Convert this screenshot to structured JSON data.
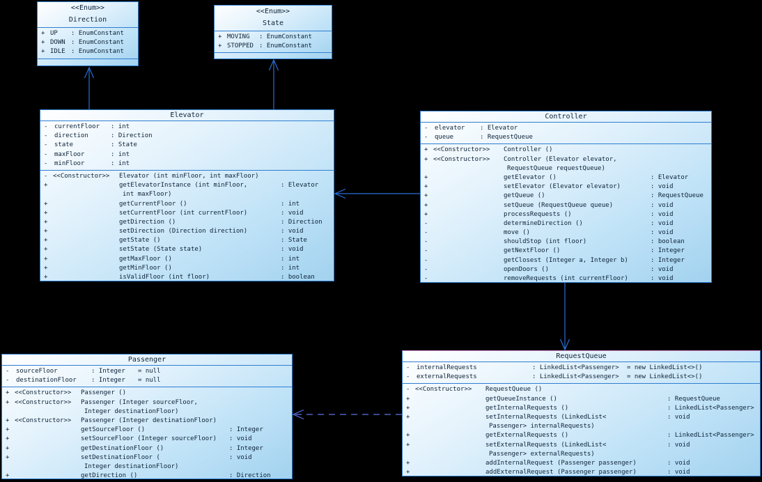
{
  "diagram": {
    "kind": "uml-class-diagram",
    "background": "#000000",
    "colors": {
      "box_border": "#2e7ed0",
      "box_fill_top": "#ffffff",
      "box_fill_bottom": "#a2d2ef",
      "connector": "#2a6fd8",
      "dashed_connector": "#5b74e6",
      "text": "#0b2136",
      "requestqueue_top_highlight": "#d591d6"
    }
  },
  "classes": [
    {
      "id": "direction",
      "stereotype": "<<Enum>>",
      "name": "Direction",
      "attributes": [
        {
          "v": "+",
          "n": "UP",
          "t": ": EnumConstant"
        },
        {
          "v": "+",
          "n": "DOWN",
          "t": ": EnumConstant"
        },
        {
          "v": "+",
          "n": "IDLE",
          "t": ": EnumConstant"
        }
      ],
      "methods": []
    },
    {
      "id": "state",
      "stereotype": "<<Enum>>",
      "name": "State",
      "attributes": [
        {
          "v": "+",
          "n": "MOVING",
          "t": ": EnumConstant"
        },
        {
          "v": "+",
          "n": "STOPPED",
          "t": ": EnumConstant"
        }
      ],
      "methods": []
    },
    {
      "id": "elevator",
      "name": "Elevator",
      "attributes": [
        {
          "v": "-",
          "n": "currentFloor",
          "t": ": int"
        },
        {
          "v": "-",
          "n": "direction",
          "t": ": Direction"
        },
        {
          "v": "-",
          "n": "state",
          "t": ": State"
        },
        {
          "v": "-",
          "n": "maxFloor",
          "t": ": int"
        },
        {
          "v": "-",
          "n": "minFloor",
          "t": ": int"
        }
      ],
      "methods": [
        {
          "v": "-",
          "s": "<<Constructor>>",
          "n": "Elevator (int minFloor, int maxFloor)"
        },
        {
          "v": "+",
          "n": "getElevatorInstance (int minFloor,",
          "r": ": Elevator"
        },
        {
          "c": true,
          "n": "int maxFloor)"
        },
        {
          "v": "+",
          "n": "getCurrentFloor ()",
          "r": ": int"
        },
        {
          "v": "+",
          "n": "setCurrentFloor (int currentFloor)",
          "r": ": void"
        },
        {
          "v": "+",
          "n": "getDirection ()",
          "r": ": Direction"
        },
        {
          "v": "+",
          "n": "setDirection (Direction direction)",
          "r": ": void"
        },
        {
          "v": "+",
          "n": "getState ()",
          "r": ": State"
        },
        {
          "v": "+",
          "n": "setState (State state)",
          "r": ": void"
        },
        {
          "v": "+",
          "n": "getMaxFloor ()",
          "r": ": int"
        },
        {
          "v": "+",
          "n": "getMinFloor ()",
          "r": ": int"
        },
        {
          "v": "+",
          "n": "isValidFloor (int floor)",
          "r": ": boolean"
        }
      ]
    },
    {
      "id": "controller",
      "name": "Controller",
      "attributes": [
        {
          "v": "-",
          "n": "elevator",
          "t": ": Elevator"
        },
        {
          "v": "-",
          "n": "queue",
          "t": ": RequestQueue"
        }
      ],
      "methods": [
        {
          "v": "+",
          "s": "<<Constructor>>",
          "n": "Controller ()"
        },
        {
          "v": "+",
          "s": "<<Constructor>>",
          "n": "Controller (Elevator elevator,"
        },
        {
          "c": true,
          "n": "RequestQueue requestQueue)"
        },
        {
          "v": "+",
          "n": "getElevator ()",
          "r": ": Elevator"
        },
        {
          "v": "+",
          "n": "setElevator (Elevator elevator)",
          "r": ": void"
        },
        {
          "v": "+",
          "n": "getQueue ()",
          "r": ": RequestQueue"
        },
        {
          "v": "+",
          "n": "setQueue (RequestQueue queue)",
          "r": ": void"
        },
        {
          "v": "+",
          "n": "processRequests ()",
          "r": ": void"
        },
        {
          "v": "-",
          "n": "determineDirection ()",
          "r": ": void"
        },
        {
          "v": "-",
          "n": "move ()",
          "r": ": void"
        },
        {
          "v": "-",
          "n": "shouldStop (int floor)",
          "r": ": boolean"
        },
        {
          "v": "-",
          "n": "getNextFloor ()",
          "r": ": Integer"
        },
        {
          "v": "-",
          "n": "getClosest (Integer a, Integer b)",
          "r": ": Integer"
        },
        {
          "v": "-",
          "n": "openDoors ()",
          "r": ": void"
        },
        {
          "v": "-",
          "n": "removeRequests (int currentFloor)",
          "r": ": void"
        }
      ]
    },
    {
      "id": "passenger",
      "name": "Passenger",
      "attributes": [
        {
          "v": "-",
          "n": "sourceFloor",
          "t": ": Integer",
          "d": "= null"
        },
        {
          "v": "-",
          "n": "destinationFloor",
          "t": ": Integer",
          "d": "= null"
        }
      ],
      "methods": [
        {
          "v": "+",
          "s": "<<Constructor>>",
          "n": "Passenger ()"
        },
        {
          "v": "+",
          "s": "<<Constructor>>",
          "n": "Passenger (Integer sourceFloor,"
        },
        {
          "c": true,
          "n": "Integer destinationFloor)"
        },
        {
          "v": "+",
          "s": "<<Constructor>>",
          "n": "Passenger (Integer destinationFloor)"
        },
        {
          "v": "+",
          "n": "getSourceFloor ()",
          "r": ": Integer"
        },
        {
          "v": "+",
          "n": "setSourceFloor (Integer sourceFloor)",
          "r": ": void"
        },
        {
          "v": "+",
          "n": "getDestinationFloor ()",
          "r": ": Integer"
        },
        {
          "v": "+",
          "n": "setDestinationFloor (",
          "r": ": void"
        },
        {
          "c": true,
          "n": "Integer destinationFloor)"
        },
        {
          "v": "+",
          "n": "getDirection ()",
          "r": ": Direction"
        }
      ]
    },
    {
      "id": "requestqueue",
      "name": "RequestQueue",
      "attributes": [
        {
          "v": "-",
          "n": "internalRequests",
          "t": ": LinkedList<Passenger>",
          "d": "= new LinkedList<>()"
        },
        {
          "v": "-",
          "n": "externalRequests",
          "t": ": LinkedList<Passenger>",
          "d": "= new LinkedList<>()"
        }
      ],
      "methods": [
        {
          "v": "-",
          "s": "<<Constructor>>",
          "n": "RequestQueue ()"
        },
        {
          "v": "+",
          "n": "getQueueInstance ()",
          "r": ": RequestQueue"
        },
        {
          "v": "+",
          "n": "getInternalRequests ()",
          "r": ": LinkedList<Passenger>"
        },
        {
          "v": "+",
          "n": "setInternalRequests (LinkedList<",
          "r": ": void"
        },
        {
          "c": true,
          "n": "Passenger> internalRequests)"
        },
        {
          "v": "+",
          "n": "getExternalRequests ()",
          "r": ": LinkedList<Passenger>"
        },
        {
          "v": "+",
          "n": "setExternalRequests (LinkedList<",
          "r": ": void"
        },
        {
          "c": true,
          "n": "Passenger> externalRequests)"
        },
        {
          "v": "+",
          "n": "addInternalRequest (Passenger passenger)",
          "r": ": void"
        },
        {
          "v": "+",
          "n": "addExternalRequest (Passenger passenger)",
          "r": ": void"
        }
      ]
    }
  ],
  "relationships": [
    {
      "from": "Elevator",
      "to": "Direction",
      "style": "solid",
      "arrow": "open"
    },
    {
      "from": "Elevator",
      "to": "State",
      "style": "solid",
      "arrow": "open"
    },
    {
      "from": "Controller",
      "to": "Elevator",
      "style": "solid",
      "arrow": "open"
    },
    {
      "from": "Controller",
      "to": "RequestQueue",
      "style": "solid",
      "arrow": "open"
    },
    {
      "from": "RequestQueue",
      "to": "Passenger",
      "style": "dashed",
      "arrow": "open"
    }
  ]
}
